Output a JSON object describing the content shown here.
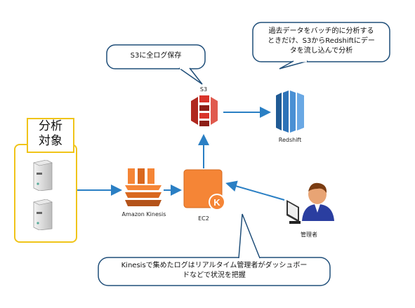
{
  "bubbles": {
    "s3_note": "S3に全ログ保存",
    "redshift_note_line1": "過去データをバッチ的に分析する",
    "redshift_note_line2": "ときだけ、S3からRedshiftにデー",
    "redshift_note_line3": "タを流し込んで分析",
    "bottom_note_line1": "Kinesisで集めたログはリアルタイム管理者がダッシュボー",
    "bottom_note_line2": "ドなどで状況を把握"
  },
  "source": {
    "title_line1": "分析",
    "title_line2": "対象"
  },
  "nodes": {
    "kinesis": "Amazon Kinesis",
    "ec2": "EC2",
    "s3": "S3",
    "redshift": "Redshift",
    "admin": "管理者"
  },
  "colors": {
    "arrow": "#2a7fc4",
    "source_border": "#f0c419",
    "bubble_border": "#1f4e79",
    "aws_orange": "#f58536",
    "s3_red": "#d9342b",
    "redshift_blue": "#2e73b8"
  }
}
